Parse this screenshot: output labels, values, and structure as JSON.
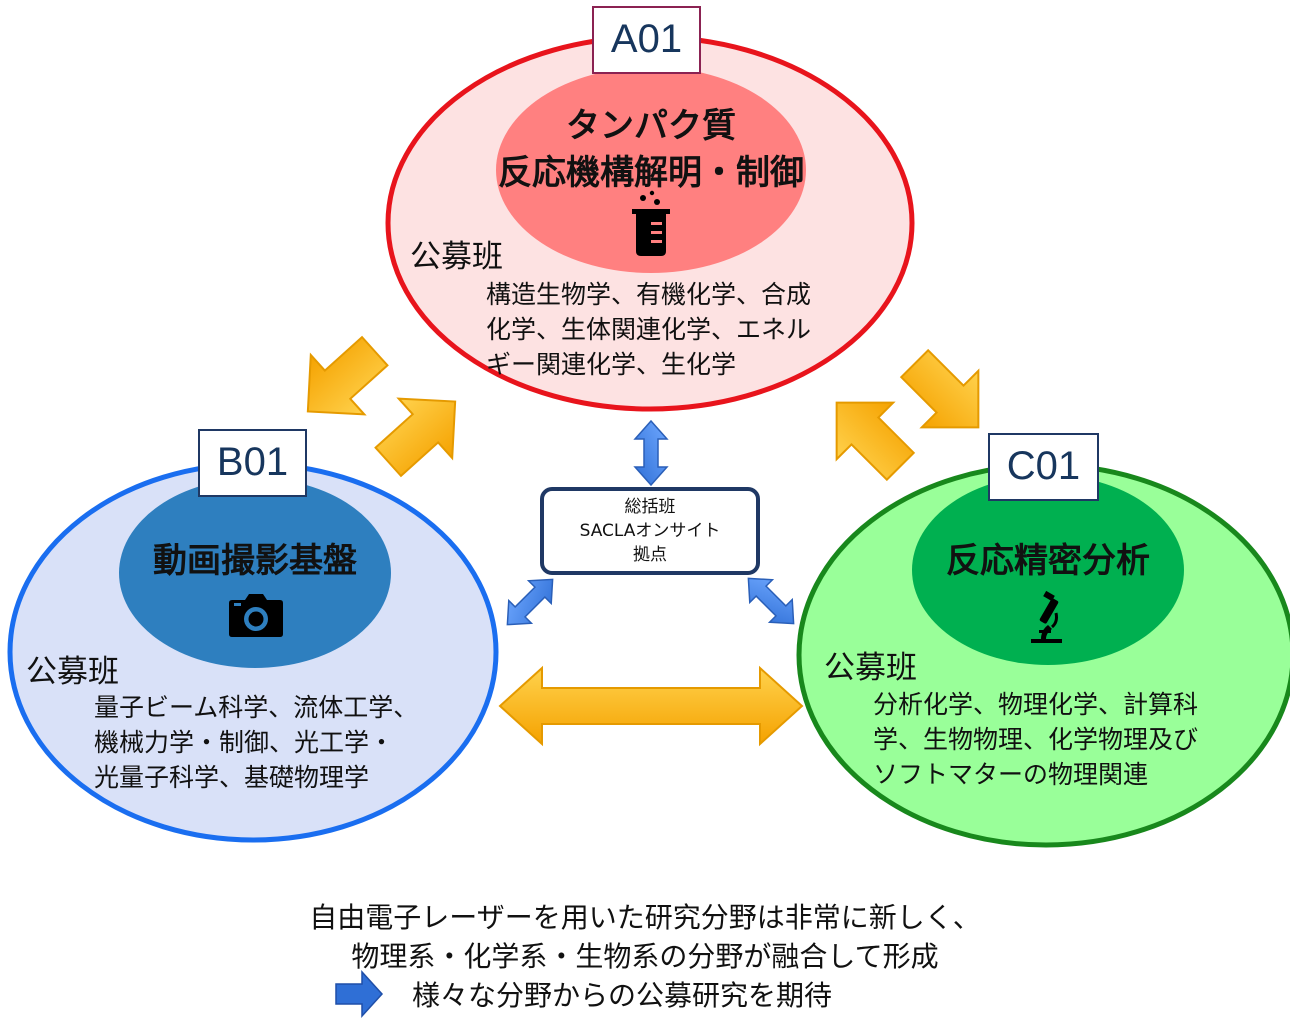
{
  "groups": {
    "a": {
      "id": "A01",
      "title_line1": "タンパク質",
      "title_line2": "反応機構解明・制御",
      "icon": "beaker-icon",
      "koubo": "公募班",
      "fields": "構造生物学、有機化学、合成\n化学、生体関連化学、エネル\nギー関連化学、生化学"
    },
    "b": {
      "id": "B01",
      "title": "動画撮影基盤",
      "icon": "camera-icon",
      "koubo": "公募班",
      "fields": "量子ビーム科学、流体工学、\n機械力学・制御、光工学・\n光量子科学、基礎物理学"
    },
    "c": {
      "id": "C01",
      "title": "反応精密分析",
      "icon": "microscope-icon",
      "koubo": "公募班",
      "fields": "分析化学、物理化学、計算科\n学、生物物理、化学物理及び\nソフトマターの物理関連"
    }
  },
  "hub": {
    "line1": "総括班",
    "line2": "SACLAオンサイト",
    "line3": "拠点"
  },
  "footer": {
    "line1": "自由電子レーザーを用いた研究分野は非常に新しく、",
    "line2": "物理系・化学系・生物系の分野が融合して形成",
    "line3": "様々な分野からの公募研究を期待"
  },
  "colors": {
    "a_border": "#e8141c",
    "a_outer": "#fde2e2",
    "a_inner": "#ff8080",
    "b_border": "#1a6ef0",
    "b_outer": "#d9e1f8",
    "b_inner": "#2e7fbf",
    "c_border": "#18881c",
    "c_outer": "#99ff99",
    "c_inner": "#00b050",
    "arrow_orange": "#ffb300",
    "arrow_blue": "#3d7fe0",
    "hub_border": "#1f3864"
  }
}
